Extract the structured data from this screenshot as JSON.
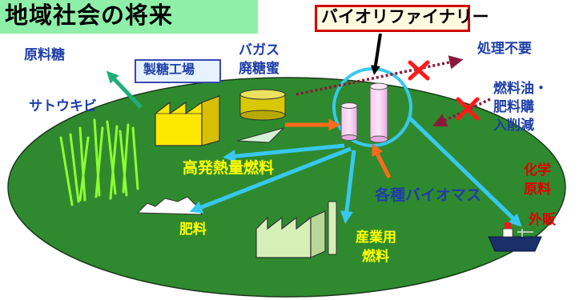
{
  "title": "地域社会の将来",
  "biorefinery": "バイオリファイナリー",
  "labels": {
    "raw_sugar": "原料糖",
    "sugar_factory": "製糖工場",
    "bagasse": "バガス",
    "molasses": "廃糖蜜",
    "sugarcane": "サトウキビ",
    "disposal_unneeded": "処理不要",
    "fuel_oil_1": "燃料油・",
    "fuel_oil_2": "肥料購",
    "fuel_oil_3": "入削減",
    "high_heat_fuel": "高発熱量燃料",
    "various_biomass": "各種バイオマス",
    "chemical_1": "化学",
    "chemical_2": "原料",
    "external_sale": "外販",
    "fertilizer": "肥料",
    "industrial_1": "産業用",
    "industrial_2": "燃料"
  },
  "colors": {
    "title_bg": "#8ef0a8",
    "ground": "#2f8a2f",
    "arrow_cyan": "#38c8f0",
    "arrow_orange": "#ff6a1a",
    "arrow_dotted": "#8a1a3a",
    "cross_red": "#ff1a1a",
    "label_navy": "#1e3ea8",
    "label_yellow": "#ffff00",
    "label_red": "#e00000"
  }
}
